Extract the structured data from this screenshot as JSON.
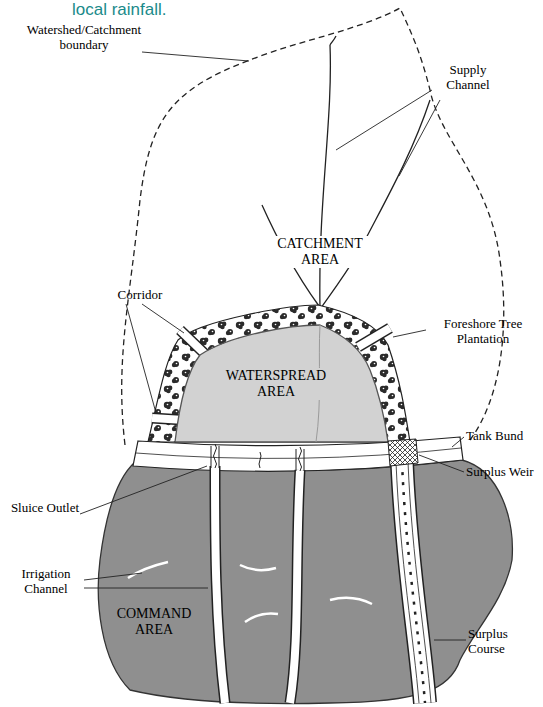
{
  "diagram": {
    "nodes": [
      {
        "text": [
          "CATCHMENT AREA"
        ]
      },
      {
        "text": [
          "WATERSPREAD AREA"
        ],
        "in": 0
      },
      {
        "text": [
          "COMMAND AREA"
        ]
      }
    ],
    "labels": [
      "local rainfall.",
      "Watershed/Catchment boundary",
      "Supply Channel",
      "Corridor",
      "Foreshore Tree Plantation",
      "Tank Bund",
      "Surplus Weir",
      "Sluice Outlet",
      "Irrigation Channel",
      "Surplus Course"
    ]
  }
}
